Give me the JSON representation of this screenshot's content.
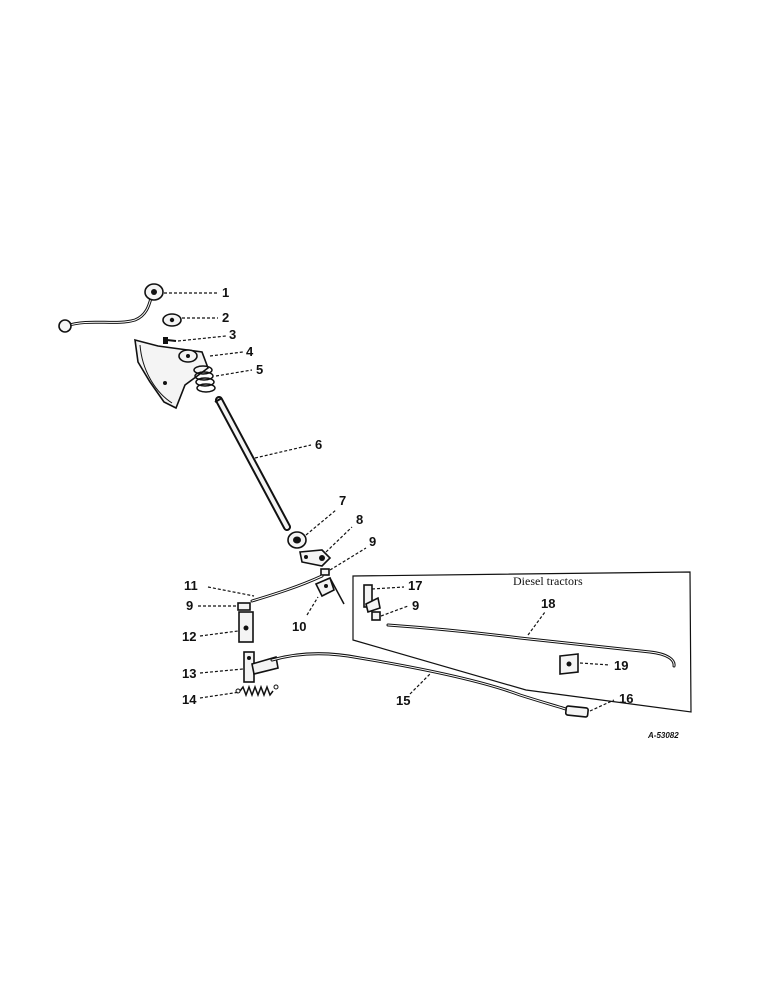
{
  "inset": {
    "title": "Diesel tractors"
  },
  "figure_ref": "A-53082",
  "callouts": [
    {
      "id": "1",
      "label": "1"
    },
    {
      "id": "2",
      "label": "2"
    },
    {
      "id": "3",
      "label": "3"
    },
    {
      "id": "4",
      "label": "4"
    },
    {
      "id": "5",
      "label": "5"
    },
    {
      "id": "6",
      "label": "6"
    },
    {
      "id": "7",
      "label": "7"
    },
    {
      "id": "8",
      "label": "8"
    },
    {
      "id": "9a",
      "label": "9"
    },
    {
      "id": "9b",
      "label": "9"
    },
    {
      "id": "9c",
      "label": "9"
    },
    {
      "id": "10",
      "label": "10"
    },
    {
      "id": "11",
      "label": "11"
    },
    {
      "id": "12",
      "label": "12"
    },
    {
      "id": "13",
      "label": "13"
    },
    {
      "id": "14",
      "label": "14"
    },
    {
      "id": "15",
      "label": "15"
    },
    {
      "id": "16",
      "label": "16"
    },
    {
      "id": "17",
      "label": "17"
    },
    {
      "id": "18",
      "label": "18"
    },
    {
      "id": "19",
      "label": "19"
    }
  ]
}
